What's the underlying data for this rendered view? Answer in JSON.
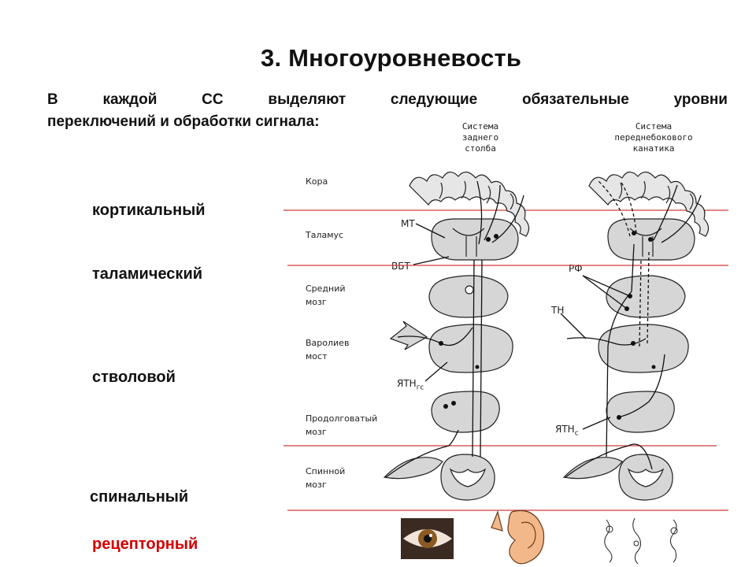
{
  "title": "3. Многоуровневость",
  "intro": {
    "words": [
      "В",
      "каждой",
      "СС",
      "выделяют",
      "следующие",
      "обязательные",
      "уровни"
    ],
    "line2": "переключений и обработки сигнала:"
  },
  "levels": {
    "cortical": "кортикальный",
    "thalamic": "таламический",
    "stem": "стволовой",
    "spinal": "спинальный",
    "receptor": "рецепторный"
  },
  "columns": {
    "posterior": [
      "Система",
      "заднего",
      "столба"
    ],
    "anterolateral": [
      "Система",
      "переднебокового",
      "канатика"
    ]
  },
  "rows": {
    "cortex": [
      "Кора"
    ],
    "thalamus": [
      "Таламус"
    ],
    "midbrain": [
      "Средний",
      "мозг"
    ],
    "pons": [
      "Варолиев",
      "мост"
    ],
    "medulla": [
      "Продолговатый",
      "мозг"
    ],
    "spinal": [
      "Спинной",
      "мозг"
    ]
  },
  "callouts": {
    "mt": "МТ",
    "vbt": "ВБТ",
    "rf": "РФ",
    "tn": "ТН",
    "yatn_gs": "ЯТН",
    "yatn_gs_sub": "гс",
    "yatn_s": "ЯТН",
    "yatn_s_sub": "с"
  },
  "colors": {
    "accent_red": "#d40000",
    "divider_red": "#d43a3a",
    "tissue_gray": "#d6d6d6"
  }
}
